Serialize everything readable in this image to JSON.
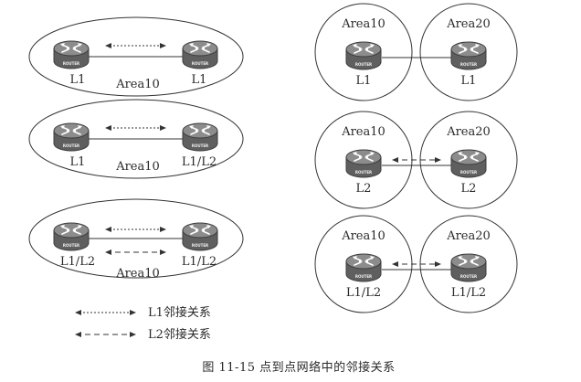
{
  "colors": {
    "line": "#333333",
    "router_body": "#5f5f5f",
    "router_top": "#8c8c8c",
    "router_edge": "#3c3c3c",
    "text": "#2a2a2a"
  },
  "icon": "router-icon",
  "router_label": "ROUTER",
  "left_diagrams": [
    {
      "area_label": "Area10",
      "left_router_label": "L1",
      "right_router_label": "L1",
      "links": [
        "l1"
      ]
    },
    {
      "area_label": "Area10",
      "left_router_label": "L1",
      "right_router_label": "L1/L2",
      "links": [
        "l1"
      ]
    },
    {
      "area_label": "Area10",
      "left_router_label": "L1/L2",
      "right_router_label": "L1/L2",
      "links": [
        "l1",
        "l2"
      ]
    }
  ],
  "right_diagrams": [
    {
      "left_area": "Area10",
      "right_area": "Area20",
      "left_router_label": "L1",
      "right_router_label": "L1",
      "links": []
    },
    {
      "left_area": "Area10",
      "right_area": "Area20",
      "left_router_label": "L2",
      "right_router_label": "L2",
      "links": [
        "l2"
      ]
    },
    {
      "left_area": "Area10",
      "right_area": "Area20",
      "left_router_label": "L1/L2",
      "right_router_label": "L1/L2",
      "links": [
        "l2"
      ]
    }
  ],
  "legend": {
    "l1": "L1邻接关系",
    "l2": "L2邻接关系"
  },
  "caption": "图 11-15   点到点网络中的邻接关系"
}
